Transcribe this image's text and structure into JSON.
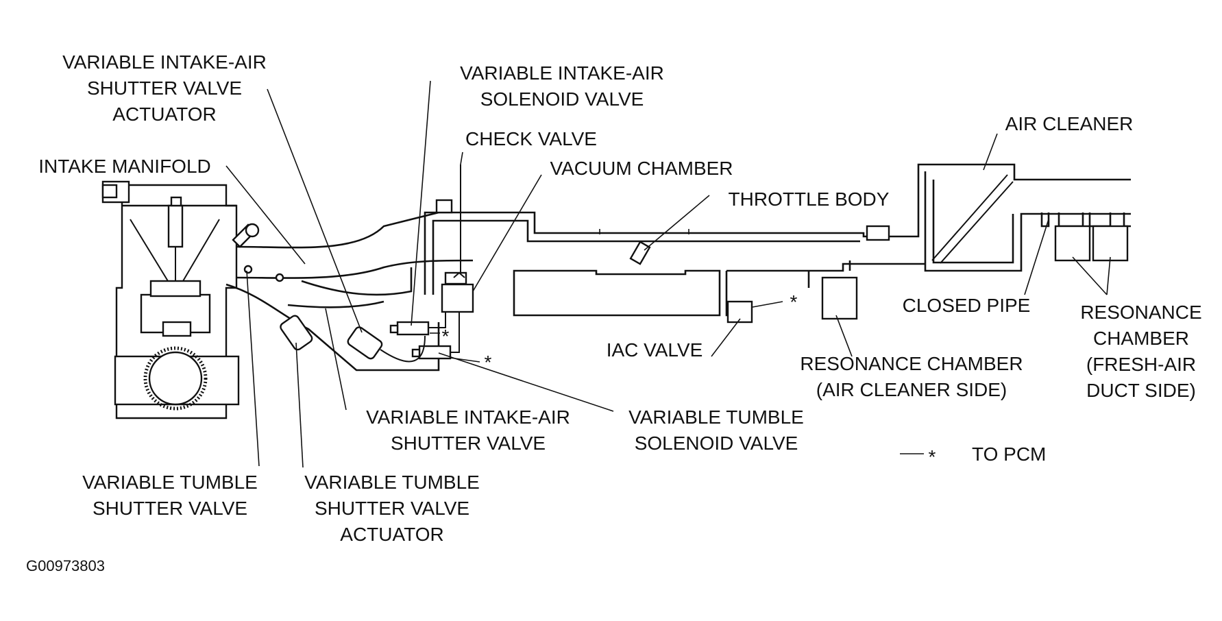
{
  "labels": {
    "shutter_actuator": [
      "VARIABLE INTAKE-AIR",
      "SHUTTER VALVE",
      "ACTUATOR"
    ],
    "intake_solenoid": [
      "VARIABLE INTAKE-AIR",
      "SOLENOID VALVE"
    ],
    "check_valve": "CHECK VALVE",
    "vacuum_chamber": "VACUUM CHAMBER",
    "intake_manifold": "INTAKE MANIFOLD",
    "throttle_body": "THROTTLE BODY",
    "air_cleaner": "AIR CLEANER",
    "closed_pipe": "CLOSED PIPE",
    "resonance_fresh": [
      "RESONANCE",
      "CHAMBER",
      "(FRESH-AIR",
      "DUCT SIDE)"
    ],
    "iac_valve": "IAC VALVE",
    "resonance_cleaner": [
      "RESONANCE CHAMBER",
      "(AIR CLEANER SIDE)"
    ],
    "shutter_valve": [
      "VARIABLE INTAKE-AIR",
      "SHUTTER VALVE"
    ],
    "tumble_solenoid": [
      "VARIABLE TUMBLE",
      "SOLENOID VALVE"
    ],
    "legend_to_pcm": "TO PCM",
    "legend_symbol": "*",
    "tumble_valve": [
      "VARIABLE TUMBLE",
      "SHUTTER VALVE"
    ],
    "tumble_actuator": [
      "VARIABLE TUMBLE",
      "SHUTTER VALVE",
      "ACTUATOR"
    ]
  },
  "figure_code": "G00973803"
}
